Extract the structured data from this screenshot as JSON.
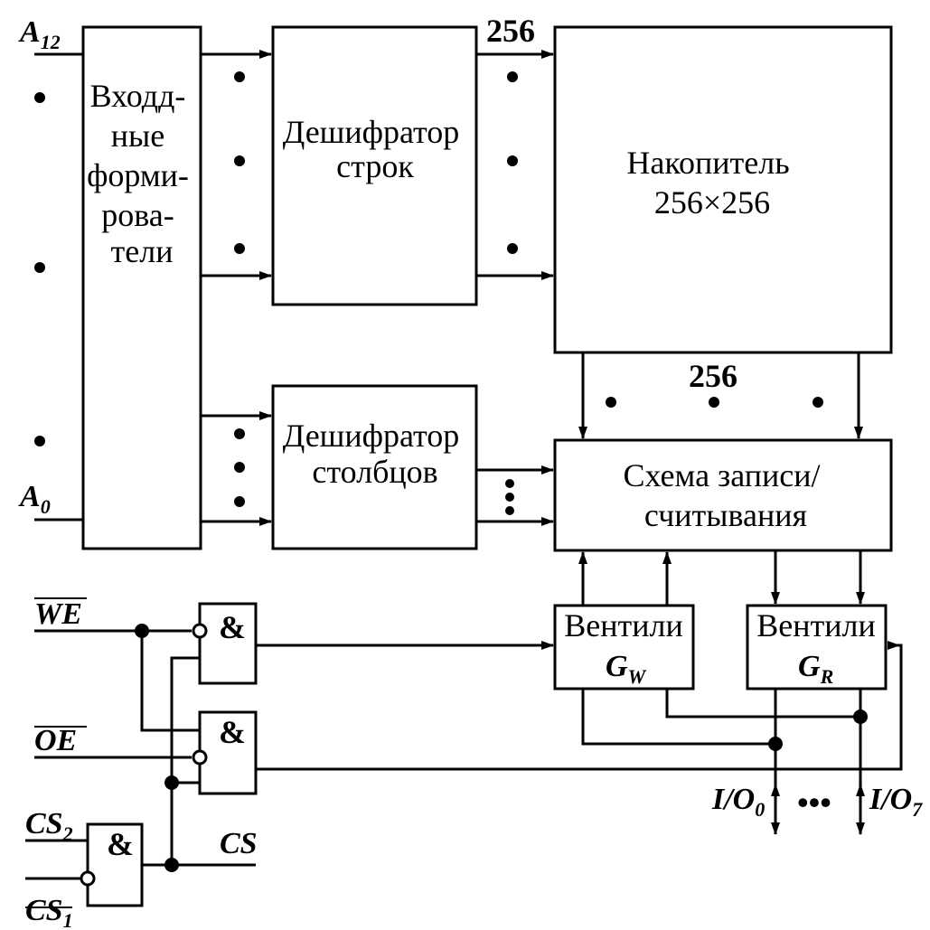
{
  "blocks": {
    "input_drivers": [
      "Входд-",
      "ные",
      "форми-",
      "рова-",
      "тели"
    ],
    "row_decoder": [
      "Дешифратор",
      "строк"
    ],
    "col_decoder": [
      "Дешифратор",
      "столбцов"
    ],
    "storage": [
      "Накопитель",
      "256×256"
    ],
    "rw_circuit": [
      "Схема записи/",
      "считывания"
    ],
    "gate_w_title": "Вентили",
    "gate_w_sym": "G",
    "gate_w_sub": "W",
    "gate_r_title": "Вентили",
    "gate_r_sym": "G",
    "gate_r_sub": "R",
    "and_symbol": "&"
  },
  "labels": {
    "bus_top": "256",
    "bus_mid": "256",
    "a12": "A",
    "a12_sub": "12",
    "a0": "A",
    "a0_sub": "0",
    "we": "WE",
    "oe": "OE",
    "cs2": "CS",
    "cs2_sub": "2",
    "cs1": "CS",
    "cs1_sub": "1",
    "cs": "CS",
    "io0": "I/O",
    "io0_sub": "0",
    "io_ellipsis": "•••",
    "io7": "I/O",
    "io7_sub": "7"
  }
}
